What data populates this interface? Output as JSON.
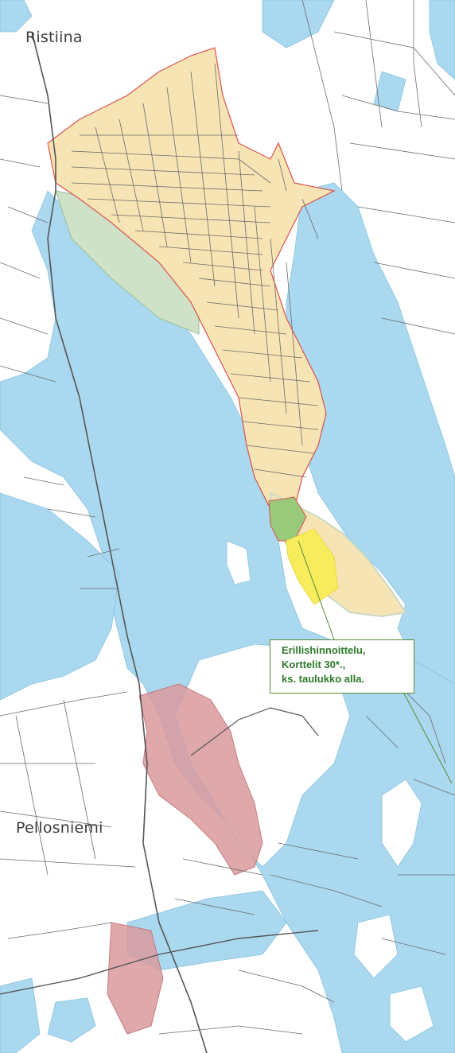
{
  "map": {
    "place_labels": {
      "ristiina": "Ristiina",
      "pellosniemi": "Pellosniemi"
    },
    "callout": {
      "lines": [
        "Erillishinnoittelu,",
        "Korttelit 30*.,",
        "ks. taulukko alla."
      ]
    },
    "colors": {
      "water": "#a9d8ef",
      "land": "#ffffff",
      "parcel_lines": "#6b6b6b",
      "zone_primary_fill": "#f7e4b4",
      "zone_primary_border": "#d9534f",
      "zone_green_fill": "#cfe2c8",
      "zone_special_green": "#99c97a",
      "zone_special_yellow": "#f6ec5c",
      "zone_red_fill": "#d99a9e",
      "callout_text": "#2d7a2a",
      "callout_border": "#5a8a3a"
    }
  }
}
